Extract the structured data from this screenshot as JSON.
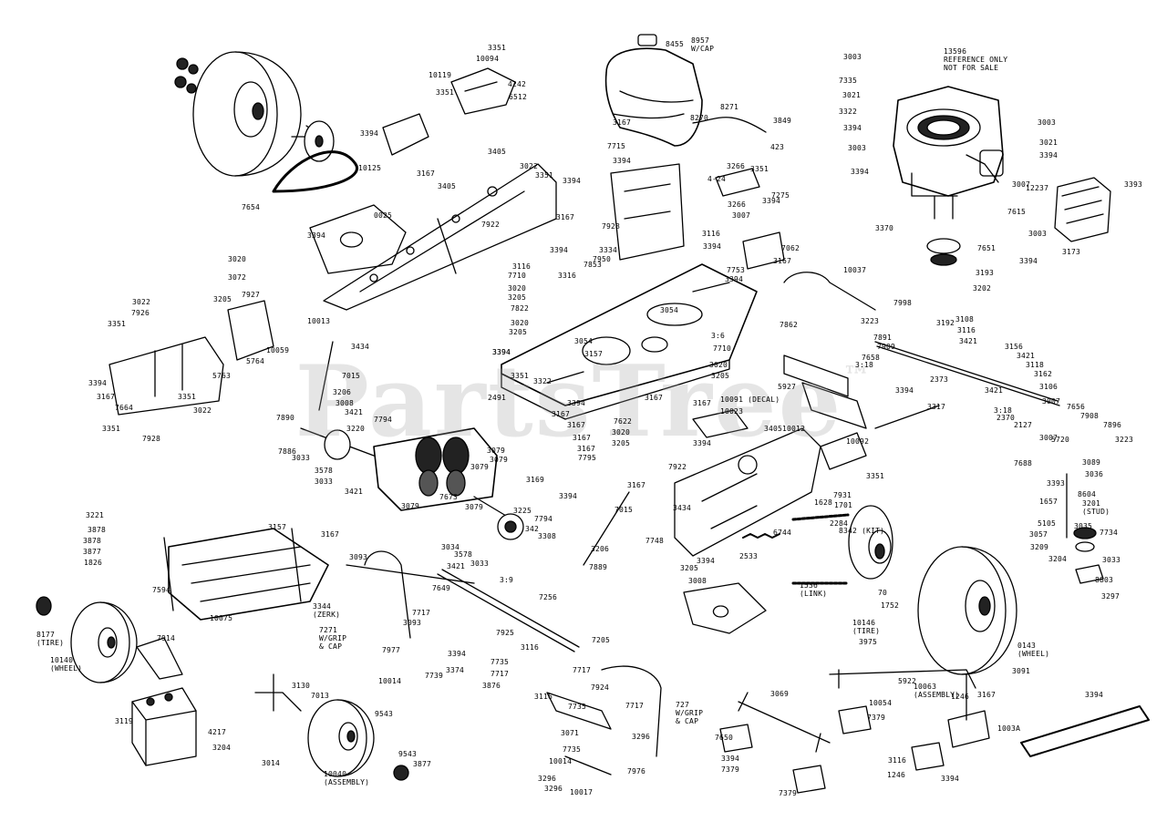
{
  "watermark": {
    "text": "PartsTree",
    "trademark": "™"
  },
  "part_labels": [
    "3351",
    "10094",
    "10119",
    "4242",
    "6512",
    "3351",
    "8455",
    "8957\nW/CAP",
    "8271",
    "3849",
    "8270",
    "423",
    "3167",
    "7715",
    "3394",
    "13596\nREFERENCE ONLY\nNOT FOR SALE",
    "3003",
    "7335",
    "3021",
    "3322",
    "3394",
    "3003",
    "3021",
    "3394",
    "3003",
    "3394",
    "3007",
    "12237",
    "3393",
    "7615",
    "3370",
    "7651",
    "3003",
    "3394",
    "3193",
    "3202",
    "3173",
    "3394",
    "10125",
    "3167",
    "7654",
    "0025",
    "3394",
    "3020",
    "3072",
    "3405",
    "3022",
    "3351",
    "3394",
    "3405",
    "7922",
    "3167",
    "10013",
    "3266",
    "4-24",
    "3351",
    "3266",
    "7275",
    "3007",
    "3394",
    "3116",
    "7062",
    "3167",
    "3394",
    "7753",
    "3394",
    "7928",
    "3334",
    "7853",
    "7950",
    "3394",
    "3116",
    "3316",
    "7710",
    "3020",
    "3205",
    "7822",
    "3020",
    "3205",
    "3394",
    "3054",
    "3054",
    "3157",
    "3394",
    "3351",
    "3322",
    "3167",
    "2491",
    "3:6",
    "7710",
    "3020",
    "3205",
    "3167",
    "10037",
    "7998",
    "3223",
    "7862",
    "7891",
    "7909",
    "7658",
    "3192",
    "3108",
    "3116",
    "3421",
    "3156",
    "3421",
    "3118",
    "3162",
    "3106",
    "3007",
    "7656",
    "7908",
    "3421",
    "2373",
    "5927",
    "3:18",
    "3394",
    "3317",
    "2370",
    "3:18",
    "2127",
    "3007",
    "5720",
    "7896",
    "3223",
    "3022",
    "7926",
    "3351",
    "3205",
    "7927",
    "3434",
    "10059",
    "5764",
    "5763",
    "3394",
    "3167",
    "7664",
    "3351",
    "3022",
    "3351",
    "7928",
    "7015",
    "3206",
    "3008",
    "3421",
    "7890",
    "7794",
    "3220",
    "7886",
    "3033",
    "3578",
    "3033",
    "3421",
    "3079",
    "3079",
    "3079",
    "3079",
    "7673",
    "3079",
    "3225",
    "7794",
    "342",
    "3308",
    "3206",
    "3034",
    "3578",
    "3033",
    "7889",
    "3421",
    "3:9",
    "3394",
    "3167",
    "3167",
    "3167",
    "3167",
    "7622",
    "3020",
    "3205",
    "7795",
    "3169",
    "3394",
    "10091 (DECAL)",
    "10023",
    "3394",
    "3405",
    "10012",
    "10092",
    "3351",
    "7922",
    "3167",
    "7015",
    "3434",
    "7748",
    "3394",
    "3205",
    "3008",
    "2533",
    "6744",
    "1628",
    "1701",
    "7931",
    "2284",
    "8342 (KIT)",
    "1536\n(LINK)",
    "70",
    "1752",
    "7688",
    "3089",
    "3036",
    "3393",
    "8604",
    "1657",
    "3201\n(STUD)",
    "5105",
    "3035",
    "3057",
    "7734",
    "3209",
    "3204",
    "3033",
    "8803",
    "3297",
    "3221",
    "3157",
    "3167",
    "3878",
    "3878",
    "3877",
    "1826",
    "7594",
    "3344\n(ZERK)",
    "10075",
    "8177\n(TIRE)",
    "10140\n(WHEEL)",
    "7914",
    "3093",
    "7649",
    "7256",
    "3093",
    "7271\nW/GRIP\n& CAP",
    "7717",
    "7925",
    "7205",
    "3394",
    "7735",
    "3116",
    "7977",
    "3374",
    "7717",
    "7739",
    "10014",
    "3876",
    "7717",
    "7924",
    "3116",
    "7735",
    "7717",
    "727\nW/GRIP\n& CAP",
    "3071",
    "7735",
    "3296",
    "10014",
    "7976",
    "3296",
    "3296",
    "10017",
    "3130",
    "7013",
    "9543",
    "9543",
    "3119",
    "4217",
    "3204",
    "3014",
    "10040\n(ASSEMBLY)",
    "3877",
    "3975",
    "10146\n(TIRE)",
    "10063\n(ASSEMBLY)",
    "0143\n(WHEEL)",
    "3091",
    "3069",
    "5922",
    "10054",
    "7379",
    "1246",
    "3167",
    "1003A",
    "3394",
    "7650",
    "3394",
    "7379",
    "3116",
    "1246",
    "7379",
    "3394",
    "7379"
  ]
}
